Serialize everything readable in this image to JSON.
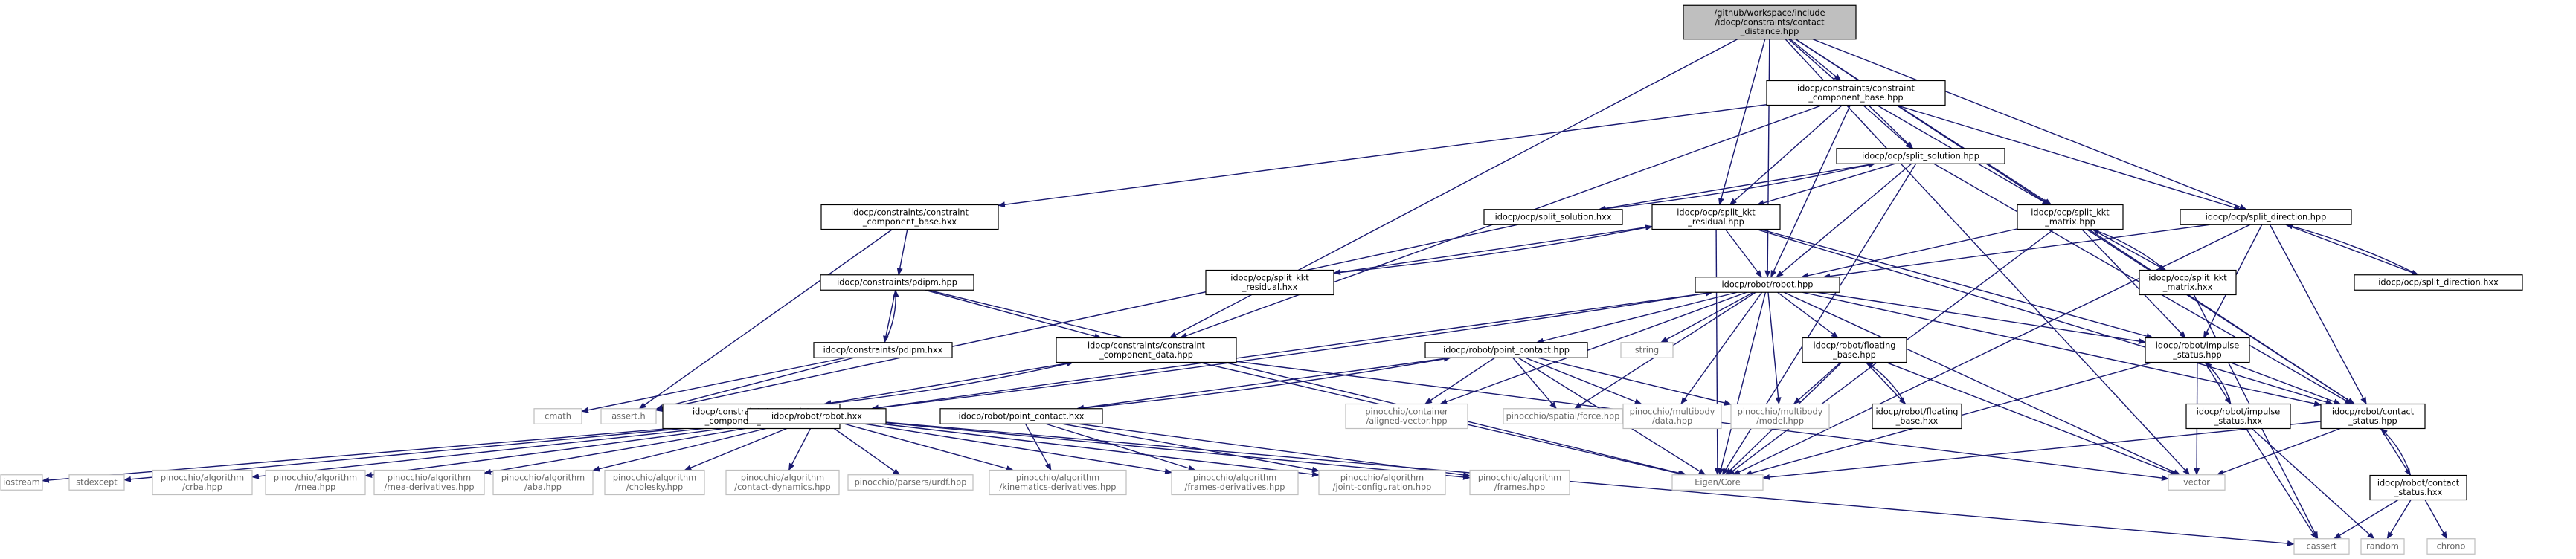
{
  "diagram": {
    "nodes": [
      {
        "id": "n0",
        "lines": [
          "/github/workspace/include",
          "/idocp/constraints/contact",
          "_distance.hpp"
        ],
        "kind": "main"
      },
      {
        "id": "n1",
        "lines": [
          "idocp/constraints/constraint",
          "_component_base.hpp"
        ],
        "kind": "local"
      },
      {
        "id": "n2",
        "lines": [
          "idocp/ocp/split_solution.hpp"
        ],
        "kind": "local"
      },
      {
        "id": "n3",
        "lines": [
          "idocp/constraints/constraint",
          "_component_base.hxx"
        ],
        "kind": "local"
      },
      {
        "id": "n4",
        "lines": [
          "idocp/ocp/split_solution.hxx"
        ],
        "kind": "local"
      },
      {
        "id": "n5",
        "lines": [
          "idocp/ocp/split_kkt",
          "_residual.hpp"
        ],
        "kind": "local"
      },
      {
        "id": "n6",
        "lines": [
          "idocp/ocp/split_kkt",
          "_matrix.hpp"
        ],
        "kind": "local"
      },
      {
        "id": "n7",
        "lines": [
          "idocp/ocp/split_direction.hpp"
        ],
        "kind": "local"
      },
      {
        "id": "n8",
        "lines": [
          "idocp/ocp/split_kkt",
          "_residual.hxx"
        ],
        "kind": "local"
      },
      {
        "id": "n9",
        "lines": [
          "idocp/ocp/split_kkt",
          "_matrix.hxx"
        ],
        "kind": "local"
      },
      {
        "id": "n10",
        "lines": [
          "idocp/ocp/split_direction.hxx"
        ],
        "kind": "local"
      },
      {
        "id": "n11",
        "lines": [
          "idocp/constraints/pdipm.hpp"
        ],
        "kind": "local"
      },
      {
        "id": "n12",
        "lines": [
          "idocp/robot/robot.hpp"
        ],
        "kind": "local"
      },
      {
        "id": "n13",
        "lines": [
          "idocp/constraints/pdipm.hxx"
        ],
        "kind": "local"
      },
      {
        "id": "n14",
        "lines": [
          "idocp/constraints/constraint",
          "_component_data.hpp"
        ],
        "kind": "local"
      },
      {
        "id": "n15",
        "lines": [
          "idocp/robot/point_contact.hpp"
        ],
        "kind": "local"
      },
      {
        "id": "n16",
        "lines": [
          "string"
        ],
        "kind": "ext"
      },
      {
        "id": "n17",
        "lines": [
          "idocp/robot/floating",
          "_base.hpp"
        ],
        "kind": "local"
      },
      {
        "id": "n18",
        "lines": [
          "idocp/robot/impulse",
          "_status.hpp"
        ],
        "kind": "local"
      },
      {
        "id": "n19",
        "lines": [
          "idocp/robot/contact",
          "_status.hpp"
        ],
        "kind": "local"
      },
      {
        "id": "n20",
        "lines": [
          "cmath"
        ],
        "kind": "ext"
      },
      {
        "id": "n21",
        "lines": [
          "assert.h"
        ],
        "kind": "ext"
      },
      {
        "id": "n22",
        "lines": [
          "idocp/constraints/constraint",
          "_component_data.hxx"
        ],
        "kind": "local"
      },
      {
        "id": "n23",
        "lines": [
          "pinocchio/container",
          "/aligned-vector.hpp"
        ],
        "kind": "ext"
      },
      {
        "id": "n24",
        "lines": [
          "pinocchio/spatial/force.hpp"
        ],
        "kind": "ext"
      },
      {
        "id": "n25",
        "lines": [
          "pinocchio/multibody",
          "/data.hpp"
        ],
        "kind": "ext"
      },
      {
        "id": "n26",
        "lines": [
          "pinocchio/multibody",
          "/model.hpp"
        ],
        "kind": "ext"
      },
      {
        "id": "n27",
        "lines": [
          "idocp/robot/floating",
          "_base.hxx"
        ],
        "kind": "local"
      },
      {
        "id": "n28",
        "lines": [
          "idocp/robot/impulse",
          "_status.hxx"
        ],
        "kind": "local"
      },
      {
        "id": "n29",
        "lines": [
          "idocp/robot/robot.hxx"
        ],
        "kind": "local"
      },
      {
        "id": "n30",
        "lines": [
          "idocp/robot/point_contact.hxx"
        ],
        "kind": "local"
      },
      {
        "id": "n31",
        "lines": [
          "idocp/robot/contact",
          "_status.hxx"
        ],
        "kind": "local"
      },
      {
        "id": "n32",
        "lines": [
          "iostream"
        ],
        "kind": "ext"
      },
      {
        "id": "n33",
        "lines": [
          "stdexcept"
        ],
        "kind": "ext"
      },
      {
        "id": "n34",
        "lines": [
          "pinocchio/algorithm",
          "/crba.hpp"
        ],
        "kind": "ext"
      },
      {
        "id": "n35",
        "lines": [
          "pinocchio/algorithm",
          "/rnea.hpp"
        ],
        "kind": "ext"
      },
      {
        "id": "n36",
        "lines": [
          "pinocchio/algorithm",
          "/rnea-derivatives.hpp"
        ],
        "kind": "ext"
      },
      {
        "id": "n37",
        "lines": [
          "pinocchio/algorithm",
          "/aba.hpp"
        ],
        "kind": "ext"
      },
      {
        "id": "n38",
        "lines": [
          "pinocchio/algorithm",
          "/cholesky.hpp"
        ],
        "kind": "ext"
      },
      {
        "id": "n39",
        "lines": [
          "pinocchio/algorithm",
          "/contact-dynamics.hpp"
        ],
        "kind": "ext"
      },
      {
        "id": "n40",
        "lines": [
          "pinocchio/parsers/urdf.hpp"
        ],
        "kind": "ext"
      },
      {
        "id": "n41",
        "lines": [
          "pinocchio/algorithm",
          "/kinematics-derivatives.hpp"
        ],
        "kind": "ext"
      },
      {
        "id": "n42",
        "lines": [
          "pinocchio/algorithm",
          "/frames-derivatives.hpp"
        ],
        "kind": "ext"
      },
      {
        "id": "n43",
        "lines": [
          "pinocchio/algorithm",
          "/joint-configuration.hpp"
        ],
        "kind": "ext"
      },
      {
        "id": "n44",
        "lines": [
          "pinocchio/algorithm",
          "/frames.hpp"
        ],
        "kind": "ext"
      },
      {
        "id": "n45",
        "lines": [
          "Eigen/Core"
        ],
        "kind": "ext"
      },
      {
        "id": "n46",
        "lines": [
          "vector"
        ],
        "kind": "ext"
      },
      {
        "id": "n47",
        "lines": [
          "cassert"
        ],
        "kind": "ext"
      },
      {
        "id": "n48",
        "lines": [
          "random"
        ],
        "kind": "ext"
      },
      {
        "id": "n49",
        "lines": [
          "chrono"
        ],
        "kind": "ext"
      }
    ],
    "edges": [
      [
        "n0",
        "n1"
      ],
      [
        "n0",
        "n2"
      ],
      [
        "n0",
        "n5"
      ],
      [
        "n0",
        "n6"
      ],
      [
        "n0",
        "n7"
      ],
      [
        "n0",
        "n12"
      ],
      [
        "n0",
        "n14"
      ],
      [
        "n0",
        "n19"
      ],
      [
        "n0",
        "n46"
      ],
      [
        "n1",
        "n3"
      ],
      [
        "n1",
        "n2"
      ],
      [
        "n1",
        "n5"
      ],
      [
        "n1",
        "n6"
      ],
      [
        "n1",
        "n7"
      ],
      [
        "n1",
        "n12"
      ],
      [
        "n1",
        "n14"
      ],
      [
        "n2",
        "n4"
      ],
      [
        "n2",
        "n12"
      ],
      [
        "n2",
        "n45"
      ],
      [
        "n2",
        "n19"
      ],
      [
        "n2",
        "n5"
      ],
      [
        "n3",
        "n11"
      ],
      [
        "n3",
        "n21"
      ],
      [
        "n4",
        "n2"
      ],
      [
        "n4",
        "n21"
      ],
      [
        "n5",
        "n8"
      ],
      [
        "n5",
        "n12"
      ],
      [
        "n5",
        "n19"
      ],
      [
        "n5",
        "n45"
      ],
      [
        "n5",
        "n18"
      ],
      [
        "n6",
        "n9"
      ],
      [
        "n6",
        "n12"
      ],
      [
        "n6",
        "n18"
      ],
      [
        "n6",
        "n19"
      ],
      [
        "n6",
        "n45"
      ],
      [
        "n7",
        "n10"
      ],
      [
        "n7",
        "n12"
      ],
      [
        "n7",
        "n18"
      ],
      [
        "n7",
        "n19"
      ],
      [
        "n7",
        "n45"
      ],
      [
        "n8",
        "n5"
      ],
      [
        "n9",
        "n6"
      ],
      [
        "n9",
        "n47"
      ],
      [
        "n10",
        "n7"
      ],
      [
        "n11",
        "n13"
      ],
      [
        "n11",
        "n14"
      ],
      [
        "n11",
        "n45"
      ],
      [
        "n13",
        "n11"
      ],
      [
        "n13",
        "n20"
      ],
      [
        "n13",
        "n21"
      ],
      [
        "n12",
        "n15"
      ],
      [
        "n12",
        "n16"
      ],
      [
        "n12",
        "n17"
      ],
      [
        "n12",
        "n18"
      ],
      [
        "n12",
        "n19"
      ],
      [
        "n12",
        "n23"
      ],
      [
        "n12",
        "n24"
      ],
      [
        "n12",
        "n25"
      ],
      [
        "n12",
        "n26"
      ],
      [
        "n12",
        "n29"
      ],
      [
        "n12",
        "n45"
      ],
      [
        "n12",
        "n46"
      ],
      [
        "n14",
        "n22"
      ],
      [
        "n14",
        "n45"
      ],
      [
        "n14",
        "n46"
      ],
      [
        "n15",
        "n30"
      ],
      [
        "n15",
        "n23"
      ],
      [
        "n15",
        "n24"
      ],
      [
        "n15",
        "n25"
      ],
      [
        "n15",
        "n26"
      ],
      [
        "n15",
        "n45"
      ],
      [
        "n17",
        "n27"
      ],
      [
        "n17",
        "n26"
      ],
      [
        "n17",
        "n45"
      ],
      [
        "n17",
        "n46"
      ],
      [
        "n18",
        "n28"
      ],
      [
        "n18",
        "n19"
      ],
      [
        "n18",
        "n45"
      ],
      [
        "n18",
        "n46"
      ],
      [
        "n19",
        "n31"
      ],
      [
        "n19",
        "n45"
      ],
      [
        "n19",
        "n46"
      ],
      [
        "n22",
        "n14"
      ],
      [
        "n27",
        "n17"
      ],
      [
        "n28",
        "n18"
      ],
      [
        "n28",
        "n47"
      ],
      [
        "n28",
        "n48"
      ],
      [
        "n29",
        "n12"
      ],
      [
        "n29",
        "n32"
      ],
      [
        "n29",
        "n33"
      ],
      [
        "n29",
        "n34"
      ],
      [
        "n29",
        "n35"
      ],
      [
        "n29",
        "n36"
      ],
      [
        "n29",
        "n37"
      ],
      [
        "n29",
        "n38"
      ],
      [
        "n29",
        "n39"
      ],
      [
        "n29",
        "n40"
      ],
      [
        "n29",
        "n41"
      ],
      [
        "n29",
        "n42"
      ],
      [
        "n29",
        "n43"
      ],
      [
        "n29",
        "n44"
      ],
      [
        "n29",
        "n47"
      ],
      [
        "n30",
        "n15"
      ],
      [
        "n30",
        "n41"
      ],
      [
        "n30",
        "n42"
      ],
      [
        "n30",
        "n43"
      ],
      [
        "n30",
        "n44"
      ],
      [
        "n31",
        "n19"
      ],
      [
        "n31",
        "n47"
      ],
      [
        "n31",
        "n48"
      ],
      [
        "n31",
        "n49"
      ]
    ],
    "colors": {
      "edge": "#191970",
      "main_fill": "#bfbfbf",
      "external_border": "#bfbfbf",
      "external_text": "#666666"
    }
  }
}
